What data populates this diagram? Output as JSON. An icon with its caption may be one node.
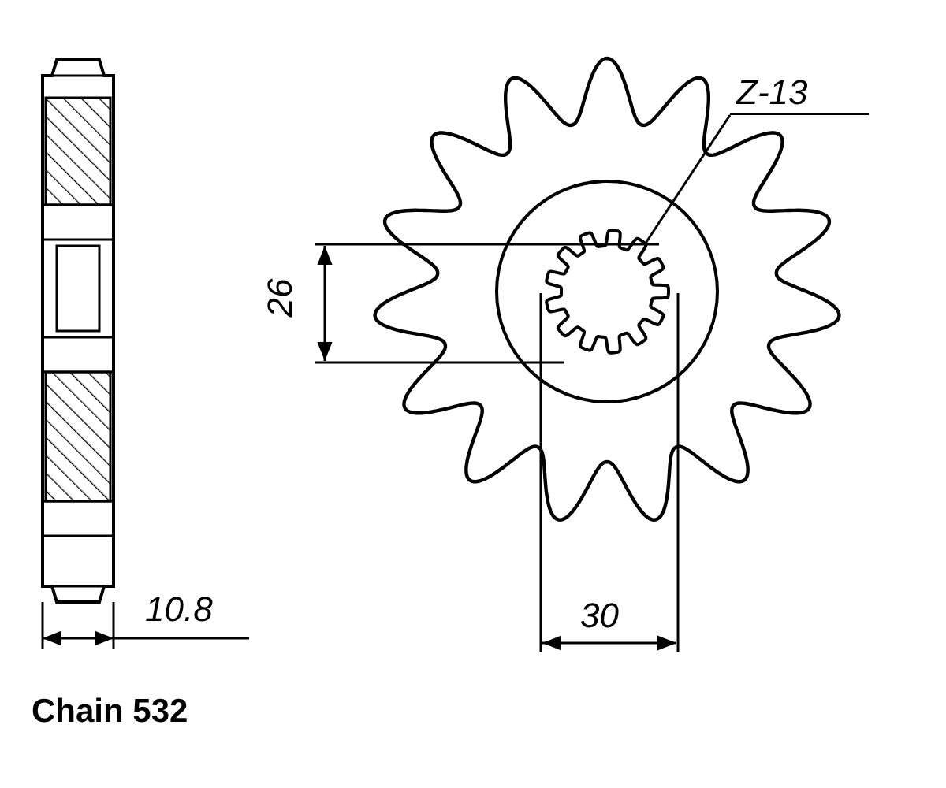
{
  "diagram": {
    "nodes": [
      {
        "text": [
          "Z-13"
        ]
      },
      {
        "text": [],
        "shape": "picture"
      }
    ],
    "edges": [
      {
        "from": 0,
        "to": 1,
        "arrow": "none"
      }
    ],
    "labels": [
      "26",
      "30",
      "10.8",
      "Chain 532"
    ]
  }
}
